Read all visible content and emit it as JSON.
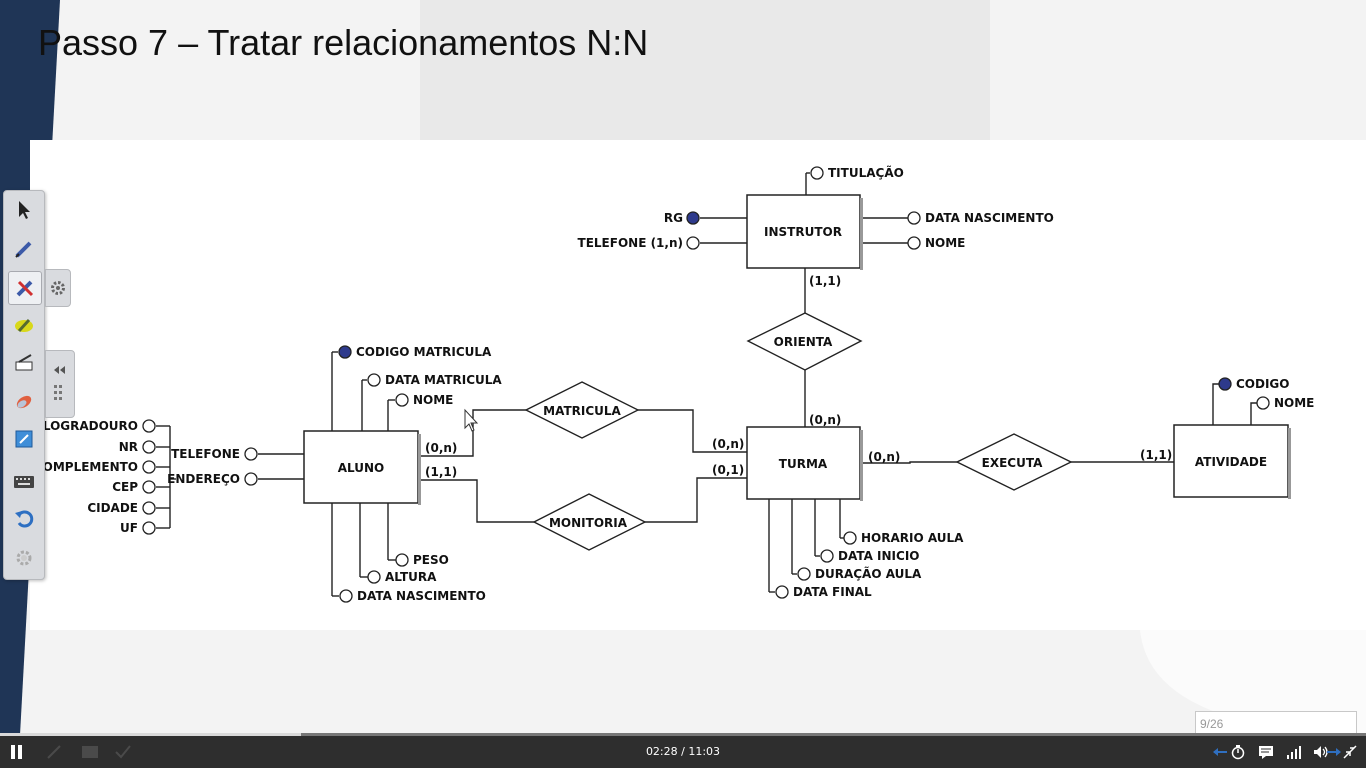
{
  "slide": {
    "title": "Passo 7 – Tratar relacionamentos N:N"
  },
  "diagram": {
    "entities": {
      "instrutor": "INSTRUTOR",
      "aluno": "ALUNO",
      "turma": "TURMA",
      "atividade": "ATIVIDADE"
    },
    "relationships": {
      "orienta": "ORIENTA",
      "matricula": "MATRICULA",
      "monitoria": "MONITORIA",
      "executa": "EXECUTA"
    },
    "attributes": {
      "titulacao": "TITULAÇÃO",
      "rg": "RG",
      "telefone_instrutor": "TELEFONE (1,n)",
      "data_nascimento_instrutor": "DATA NASCIMENTO",
      "nome_instrutor": "NOME",
      "codigo_matricula": "CODIGO MATRICULA",
      "data_matricula": "DATA MATRICULA",
      "nome_aluno": "NOME",
      "logradouro": "LOGRADOURO",
      "nr": "NR",
      "complemento": "COMPLEMENTO",
      "cep": "CEP",
      "cidade": "CIDADE",
      "uf": "UF",
      "telefone_aluno": "TELEFONE",
      "endereco": "ENDEREÇO",
      "peso": "PESO",
      "altura": "ALTURA",
      "data_nascimento_aluno": "DATA  NASCIMENTO",
      "horario_aula": "HORARIO AULA",
      "data_inicio": "DATA INICIO",
      "duracao_aula": "DURAÇÃO AULA",
      "data_final": "DATA FINAL",
      "codigo_atividade": "CODIGO",
      "nome_atividade": "NOME"
    },
    "cardinalities": {
      "instrutor_orienta": "(1,1)",
      "turma_orienta": "(0,n)",
      "aluno_matricula": "(0,n)",
      "aluno_monitoria": "(1,1)",
      "turma_matricula": "(0,n)",
      "turma_monitoria": "(0,1)",
      "turma_executa": "(0,n)",
      "atividade_executa": "(1,1)"
    }
  },
  "player": {
    "slide_counter": "9/26",
    "time": "02:28 / 11:03",
    "progress": 0.22
  },
  "colors": {
    "identifier_fill": "#2e3a8c",
    "control_bar": "#2e2e2e",
    "navy_accent": "#1f3556"
  },
  "icons": {
    "toolbar": [
      "pointer-icon",
      "pen-icon",
      "marker-pen-icon",
      "highlighter-icon",
      "eraser-icon",
      "clear-ink-icon",
      "whiteboard-icon",
      "keyboard-icon",
      "undo-icon",
      "settings-icon"
    ],
    "controls": [
      "pause-icon",
      "prev-icon",
      "timer-icon",
      "captions-icon",
      "signal-icon",
      "volume-icon",
      "next-icon",
      "fullscreen-icon"
    ]
  }
}
